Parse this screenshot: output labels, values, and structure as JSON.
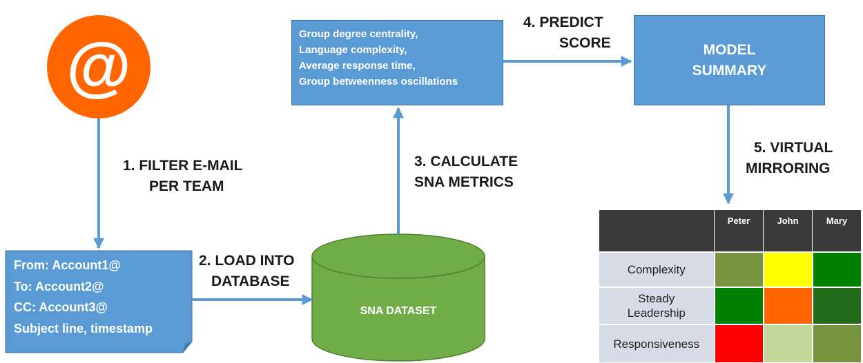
{
  "email_icon": {
    "symbol": "@",
    "color": "#ff6600"
  },
  "email_card": {
    "lines": [
      "From: Account1@",
      "To: Account2@",
      "CC: Account3@",
      "Subject line, timestamp"
    ],
    "color": "#5b9bd5"
  },
  "database": {
    "label": "SNA DATASET",
    "color": "#70ad47"
  },
  "metrics_box": {
    "lines": [
      "Group degree centrality,",
      "Language complexity,",
      "Average response time,",
      "Group betweenness oscillations"
    ]
  },
  "summary_box": {
    "lines": [
      "MODEL",
      "SUMMARY"
    ]
  },
  "steps": {
    "s1": [
      "1. FILTER E-MAIL",
      "PER TEAM"
    ],
    "s2": [
      "2. LOAD INTO",
      "DATABASE"
    ],
    "s3": [
      "3. CALCULATE",
      "SNA METRICS"
    ],
    "s4": [
      "4. PREDICT",
      "SCORE"
    ],
    "s5": [
      "5. VIRTUAL",
      "MIRRORING"
    ]
  },
  "mirror_table": {
    "columns": [
      "Peter",
      "John",
      "Mary"
    ],
    "rows": [
      {
        "label_lines": [
          "Complexity"
        ],
        "colors": [
          "#77933c",
          "#ffff00",
          "#008000"
        ]
      },
      {
        "label_lines": [
          "Steady",
          "Leadership"
        ],
        "colors": [
          "#008000",
          "#ff6600",
          "#236b1a"
        ]
      },
      {
        "label_lines": [
          "Responsiveness"
        ],
        "colors": [
          "#ff0000",
          "#c4d79b",
          "#77933c"
        ]
      }
    ]
  },
  "colors": {
    "arrow": "#5b9bd5",
    "box_fill": "#5b9bd5",
    "header_dark": "#3a3a3a",
    "row_label_bg": "#d6dce5"
  }
}
